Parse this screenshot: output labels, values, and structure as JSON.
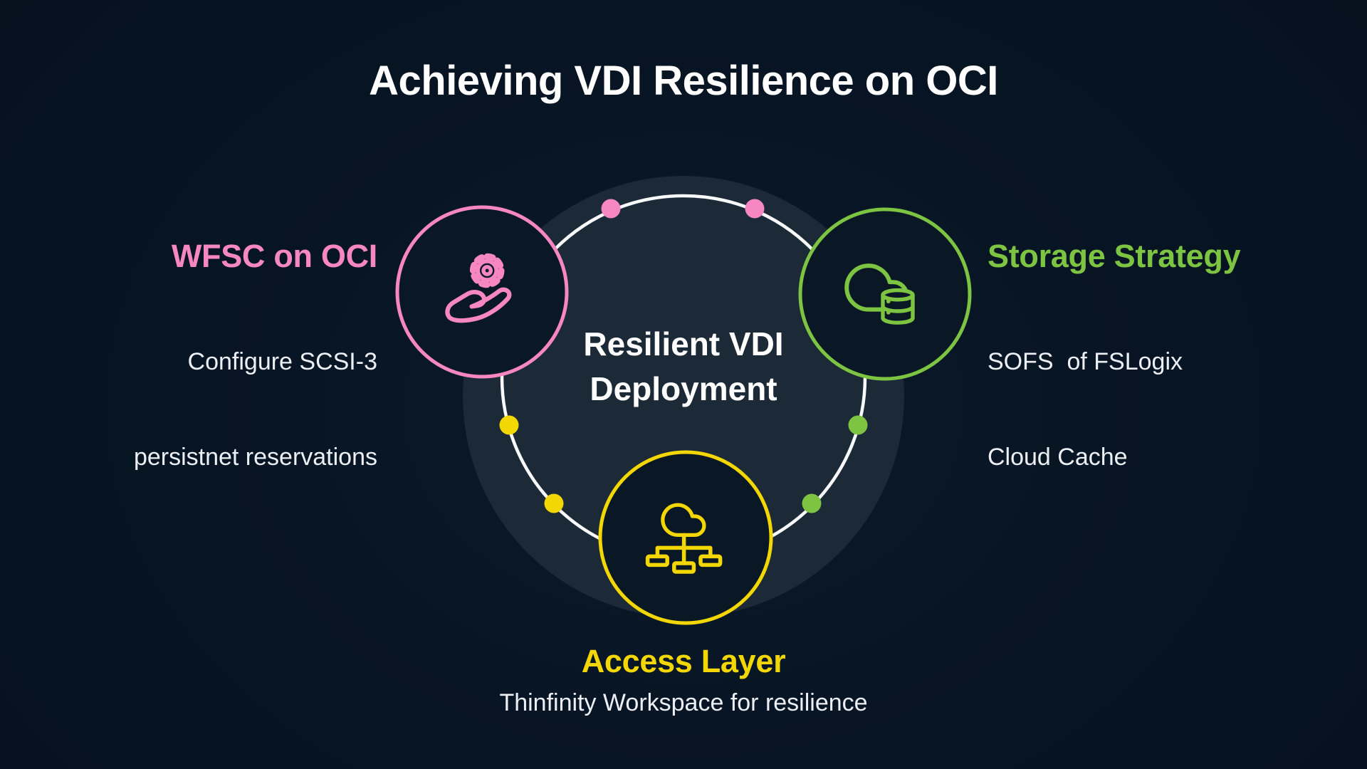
{
  "title": "Achieving VDI Resilience on OCI",
  "center_label": {
    "line1": "Resilient VDI",
    "line2": "Deployment"
  },
  "nodes": {
    "wfsc": {
      "heading": "WFSC on OCI",
      "desc_line1": "Configure SCSI-3",
      "desc_line2": "persistnet reservations",
      "icon": "hand-gear-icon",
      "accent": "pink"
    },
    "storage": {
      "heading": "Storage Strategy",
      "desc_line1": "SOFS  of FSLogix",
      "desc_line2": "Cloud Cache",
      "icon": "cloud-database-icon",
      "accent": "green"
    },
    "access": {
      "heading": "Access Layer",
      "desc_line1": "Thinfinity Workspace for resilience",
      "icon": "cloud-network-icon",
      "accent": "yellow"
    }
  },
  "colors": {
    "bg": "#05121E",
    "bg-glow": "#0C1A29",
    "halo": "#1C2A37",
    "node-bg": "#0A1724",
    "ring": "#F7F9FA",
    "pink": "#F687C3",
    "green": "#7CC442",
    "yellow": "#F2D704",
    "title-text": "#FFFFFF",
    "body-text": "#ECF0F5"
  }
}
